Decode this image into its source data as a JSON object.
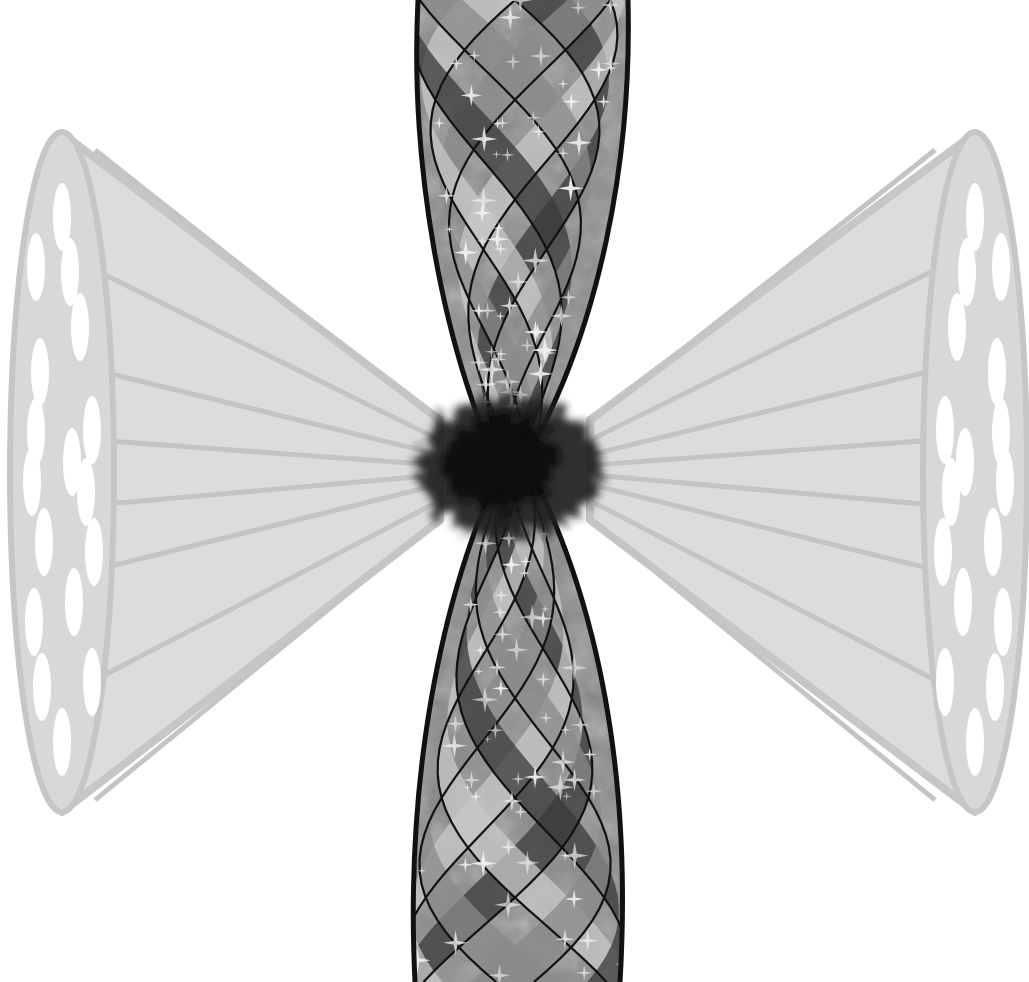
{
  "diagram": {
    "components": [
      {
        "id": "left-fiber-bundle",
        "role": "multicore fiber bundle (input)",
        "core_count": 17
      },
      {
        "id": "right-fiber-bundle",
        "role": "multicore fiber bundle (output)",
        "core_count": 17
      },
      {
        "id": "twisted-fiber",
        "role": "twisted multi-strand fiber",
        "strand_count": 6
      },
      {
        "id": "coupling-region",
        "role": "central coupling / scattering region"
      }
    ],
    "colors": {
      "bundle_fill": "#dcdcdc",
      "bundle_edge": "#c6c6c6",
      "core_fill": "#ffffff",
      "fiber_dark": "#3a3a3a",
      "fiber_mid": "#8a8a8a",
      "fiber_light": "#c8c8c8",
      "strand_line": "#111111",
      "sparkle": "#f2f2f2",
      "blob": "#1e1e1e"
    }
  }
}
